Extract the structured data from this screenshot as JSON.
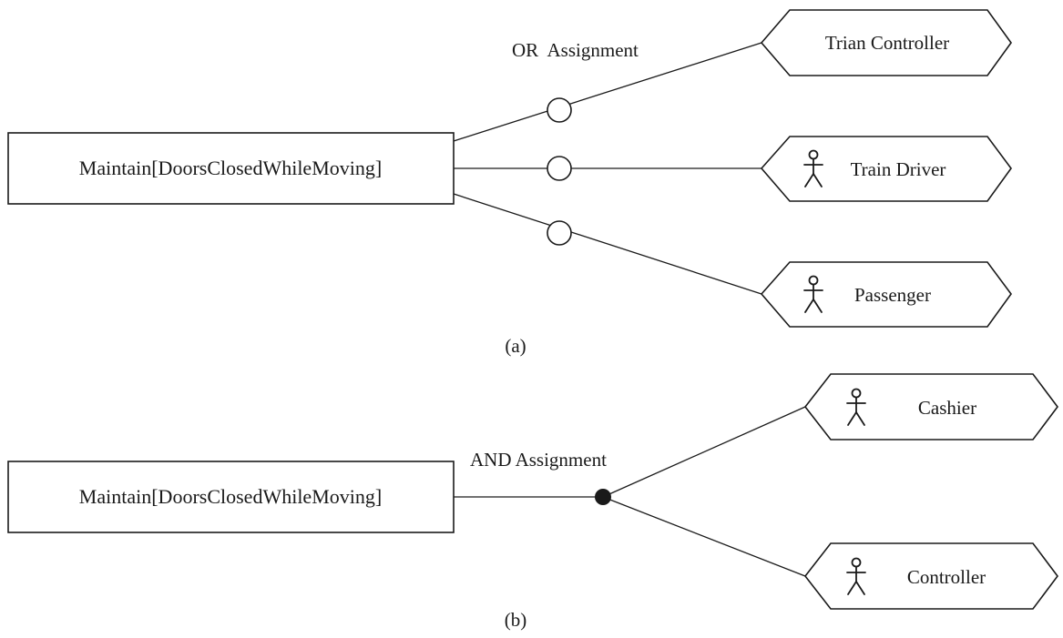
{
  "diagram_a": {
    "goal_label": "Maintain[DoorsClosedWhileMoving]",
    "assignment_label": "OR  Assignment",
    "agents": [
      {
        "label": "Trian Controller",
        "has_actor_icon": false
      },
      {
        "label": "Train Driver",
        "has_actor_icon": true
      },
      {
        "label": "Passenger",
        "has_actor_icon": true
      }
    ],
    "caption": "(a)"
  },
  "diagram_b": {
    "goal_label": "Maintain[DoorsClosedWhileMoving]",
    "assignment_label": "AND Assignment",
    "agents": [
      {
        "label": "Cashier",
        "has_actor_icon": true
      },
      {
        "label": "Controller",
        "has_actor_icon": true
      }
    ],
    "caption": "(b)"
  },
  "colors": {
    "ink": "#1a1a1a",
    "background": "#ffffff"
  }
}
